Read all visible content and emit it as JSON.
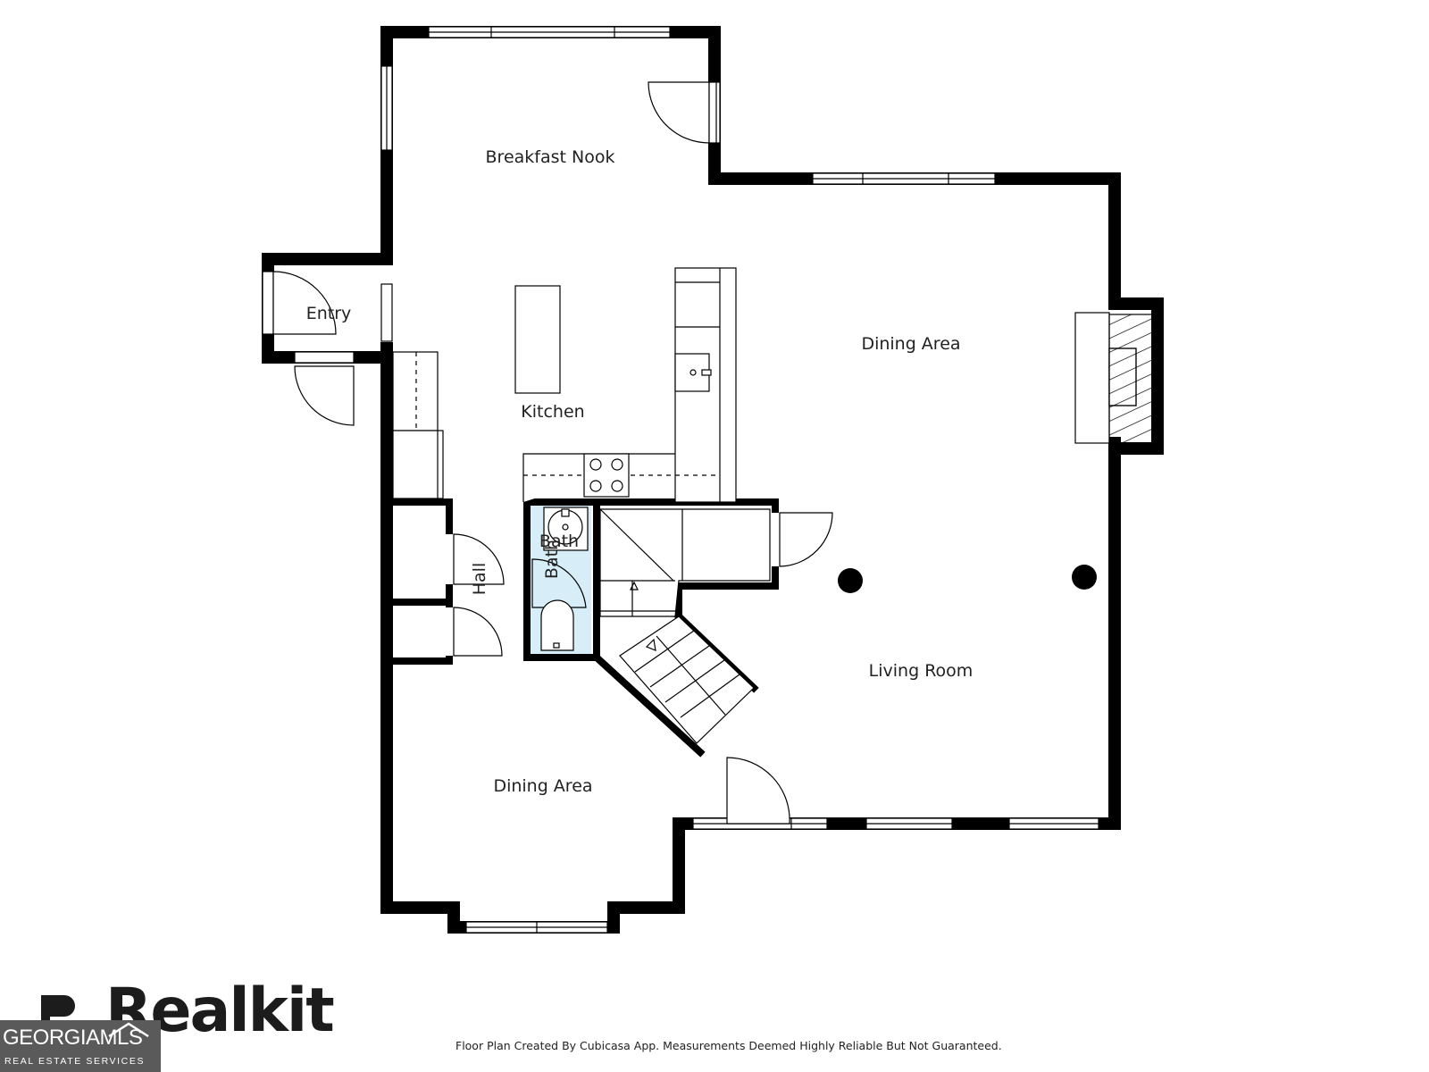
{
  "rooms": {
    "breakfast_nook": "Breakfast Nook",
    "entry": "Entry",
    "kitchen": "Kitchen",
    "dining_area_upper": "Dining Area",
    "bath_horizontal": "Bath",
    "bath_vertical": "Bath",
    "hall": "Hall",
    "living_room": "Living Room",
    "dining_area_lower": "Dining Area"
  },
  "footer": {
    "disclaimer": "Floor Plan Created By Cubicasa App. Measurements Deemed Highly Reliable But Not Guaranteed.",
    "brand_name": "Realkit",
    "mls_name": "GEORGIAMLS",
    "mls_tagline": "REAL ESTATE SERVICES"
  },
  "colors": {
    "wall": "#000000",
    "bath_fill": "#d7edf7",
    "fireplace_hatch": "#000000",
    "mls_badge": "#5a5a5a"
  }
}
